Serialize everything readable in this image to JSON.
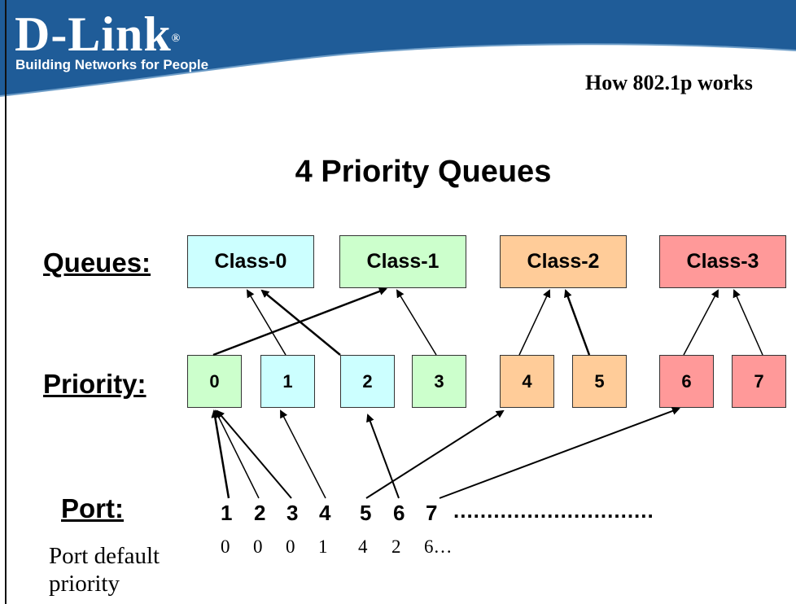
{
  "brand": {
    "logo": "D-Link",
    "logo_mark": "®",
    "tagline": "Building Networks for People",
    "banner_color": "#1f5c98"
  },
  "slide_title": "How 802.1p works",
  "heading": "4 Priority Queues",
  "labels": {
    "queues": "Queues:",
    "priority": "Priority:",
    "port": "Port:",
    "port_default": "Port default priority"
  },
  "queues": [
    {
      "label": "Class-0",
      "color": "#ccffff"
    },
    {
      "label": "Class-1",
      "color": "#ccffcc"
    },
    {
      "label": "Class-2",
      "color": "#ffcc99"
    },
    {
      "label": "Class-3",
      "color": "#ff9999"
    }
  ],
  "priorities": [
    {
      "label": "0",
      "queue": 1
    },
    {
      "label": "1",
      "queue": 0
    },
    {
      "label": "2",
      "queue": 0
    },
    {
      "label": "3",
      "queue": 1
    },
    {
      "label": "4",
      "queue": 2
    },
    {
      "label": "5",
      "queue": 2
    },
    {
      "label": "6",
      "queue": 3
    },
    {
      "label": "7",
      "queue": 3
    }
  ],
  "ports": [
    "1",
    "2",
    "3",
    "4",
    "5",
    "6",
    "7"
  ],
  "ports_more": "..............................",
  "port_defaults": [
    "0",
    "0",
    "0",
    "1",
    "4",
    "2",
    "6…"
  ]
}
